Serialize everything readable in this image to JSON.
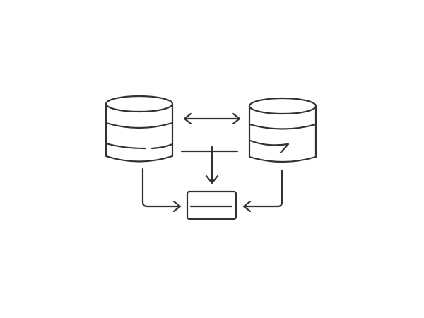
{
  "diagram": {
    "stroke_color": "#2e3138",
    "background": "#ffffff",
    "nodes": [
      {
        "id": "database-left",
        "shape": "cylinder"
      },
      {
        "id": "database-right",
        "shape": "cylinder"
      },
      {
        "id": "target-box",
        "shape": "rectangle"
      }
    ],
    "edges": [
      {
        "from": "database-left",
        "to": "database-right",
        "direction": "bidirectional"
      },
      {
        "from": "database-left",
        "to": "target-box",
        "direction": "forward"
      },
      {
        "from": "database-right",
        "to": "target-box",
        "direction": "forward"
      },
      {
        "from": "connector-line",
        "to": "target-box",
        "direction": "forward"
      }
    ]
  }
}
